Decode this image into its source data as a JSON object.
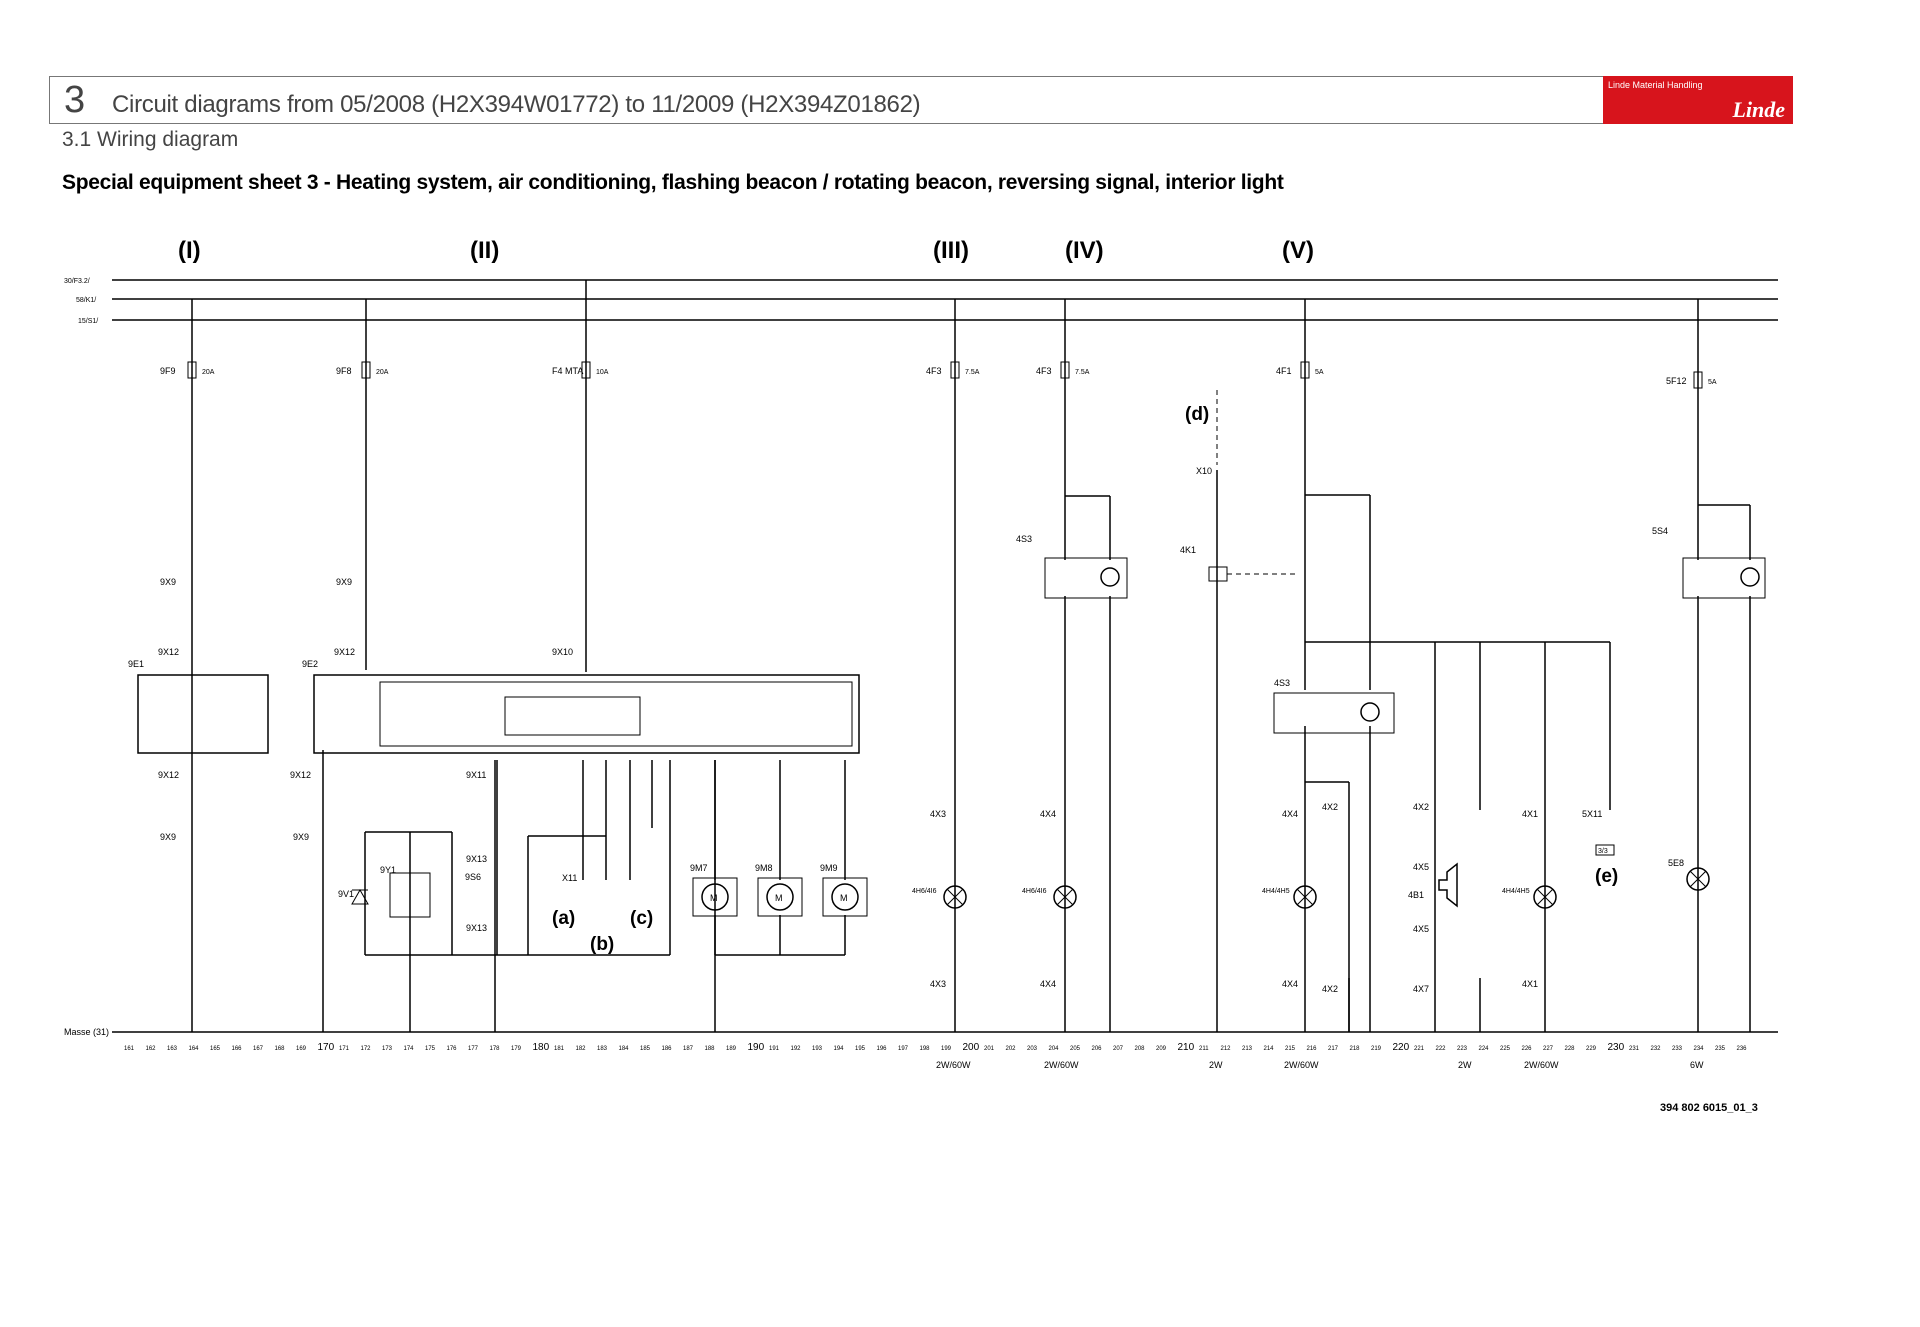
{
  "header": {
    "chapter_number": "3",
    "chapter_title": "Circuit diagrams from 05/2008 (H2X394W01772) to 11/2009 (H2X394Z01862)",
    "logo_caption": "Linde Material Handling",
    "logo_name": "Linde"
  },
  "section": "3.1 Wiring diagram",
  "heading": "Special equipment sheet 3 - Heating system, air conditioning, flashing beacon / rotating beacon, reversing signal, interior light",
  "diagram": {
    "sections": [
      "(I)",
      "(II)",
      "(III)",
      "(IV)",
      "(V)"
    ],
    "callouts": [
      "(a)",
      "(b)",
      "(c)",
      "(d)",
      "(e)"
    ],
    "rails": [
      "30/F3.2/",
      "58/K1/",
      "15/S1/",
      "Masse (31)"
    ],
    "fuses": [
      {
        "name": "9F9",
        "rating": "20A"
      },
      {
        "name": "9F8",
        "rating": "20A"
      },
      {
        "name": "F4 MTA",
        "rating": "10A"
      },
      {
        "name": "4F3",
        "rating": "7.5A"
      },
      {
        "name": "4F3",
        "rating": "7.5A"
      },
      {
        "name": "4F1",
        "rating": "5A"
      },
      {
        "name": "5F12",
        "rating": "5A"
      }
    ],
    "components": [
      "9E1",
      "9E2",
      "9Y1",
      "9V1",
      "9S6",
      "9M7",
      "9M8",
      "9M9",
      "4H6/4I6",
      "4S3",
      "4K1",
      "4H4/4H5",
      "4B1",
      "5S4",
      "5E8"
    ],
    "connectors": [
      "9X9",
      "9X12",
      "9X10",
      "9X11",
      "9X13",
      "X11",
      "X10",
      "4X3",
      "4X4",
      "4X2",
      "4X5",
      "4X7",
      "4X1",
      "5X11"
    ],
    "terminal_ref": "3/3",
    "current_paths": [
      "161",
      "162",
      "163",
      "164",
      "165",
      "166",
      "167",
      "168",
      "169",
      "170",
      "171",
      "172",
      "173",
      "174",
      "175",
      "176",
      "177",
      "178",
      "179",
      "180",
      "181",
      "182",
      "183",
      "184",
      "185",
      "186",
      "187",
      "188",
      "189",
      "190",
      "191",
      "192",
      "193",
      "194",
      "195",
      "196",
      "197",
      "198",
      "199",
      "200",
      "201",
      "202",
      "203",
      "204",
      "205",
      "206",
      "207",
      "208",
      "209",
      "210",
      "211",
      "212",
      "213",
      "214",
      "215",
      "216",
      "217",
      "218",
      "219",
      "220",
      "221",
      "222",
      "223",
      "224",
      "225",
      "226",
      "227",
      "228",
      "229",
      "230",
      "231",
      "232",
      "233",
      "234",
      "235",
      "236"
    ],
    "ratings": [
      "2W/60W",
      "2W/60W",
      "2W",
      "2W/60W",
      "2W",
      "2W/60W",
      "6W"
    ]
  },
  "footer": {
    "doc_ref": "394 802 6015_01_3"
  }
}
